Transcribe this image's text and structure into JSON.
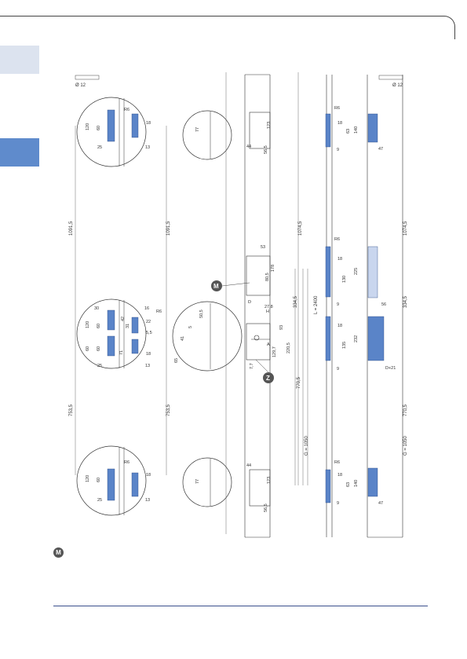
{
  "labels": {
    "diameter_left": "Ø 12",
    "diameter_right": "Ø 12",
    "marker_m": "M",
    "marker_z": "Z",
    "legend_m": "M"
  },
  "dims": {
    "d1091_a": "1091,5",
    "d1091_b": "1091,5",
    "d753_a": "753,5",
    "d753_b": "753,5",
    "d1074_a": "1074,5",
    "d1074_b": "1074,5",
    "d334_a": "334,5",
    "d334_b": "334,5",
    "d770_a": "770,5",
    "d770_b": "770,5",
    "g1050_a": "G = 1050",
    "g1050_b": "G = 1050",
    "l2400": "L = 2400",
    "c120": "120",
    "c60": "60",
    "c25": "25",
    "c13": "13",
    "c18": "18",
    "r6": "R6",
    "c30": "30",
    "c16": "16",
    "c42": "42",
    "c31": "31",
    "c22": "22",
    "c5_5": "5,5",
    "c71": "71",
    "c77": "77",
    "c41": "41",
    "c5": "5",
    "c50_5": "50,5",
    "c65": "65",
    "c123": "123",
    "c44": "44",
    "c56_5": "56,5",
    "c53": "53",
    "c178": "178",
    "c80_5": "80,5",
    "c27_8": "27,8",
    "c93": "93",
    "c129_7": "129,7",
    "c220_5": "220,5",
    "c7_7": "7,7",
    "cD": "D",
    "cH": "H",
    "cA": "A",
    "c9": "9",
    "c140": "140",
    "c63": "63",
    "c47": "47",
    "c130": "130",
    "c225": "225",
    "c56": "56",
    "c135": "135",
    "c232": "232",
    "cD21": "D+21"
  },
  "colors": {
    "accent_dark": "#5f8bcc",
    "accent_light": "#dce3ef",
    "blue_fill": "#5a84c8",
    "light_fill": "#c9d6ee",
    "rule": "#3a4f8c"
  }
}
